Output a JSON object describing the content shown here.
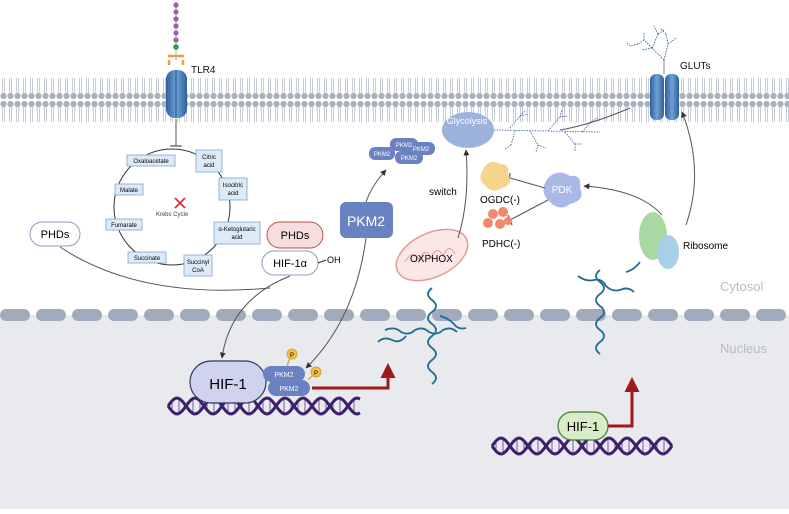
{
  "receptors": {
    "tlr4": "TLR4",
    "gluts": "GLUTs"
  },
  "krebs": {
    "title": "Krebs Cycle",
    "citric": [
      "Citric",
      "acid"
    ],
    "isocitric": [
      "Isocitric",
      "acid"
    ],
    "akg": [
      "α-Ketoglutaric",
      "acid"
    ],
    "succinyl": [
      "Succinyl",
      "CoA"
    ],
    "succinate": "Succinate",
    "fumarate": "Fumarate",
    "malate": "Malate",
    "oxaloacetate": "Oxaloacetate"
  },
  "labels": {
    "phds_left": "PHDs",
    "phds_right": "PHDs",
    "hif1a": "HIF-1α",
    "oh": "OH",
    "pkm2_big": "PKM2",
    "pkm2_small": "PKM2",
    "glycolysis": "Glycolysis",
    "switch": "switch",
    "oxphox": "OXPHOX",
    "pdk": "PDK",
    "ogdc": "OGDC(-)",
    "pdhc": "PDHC(-)",
    "ribosome": "Ribosome",
    "cytosol": "Cytosol",
    "nucleus": "Nucleus",
    "hif1_left": "HIF-1",
    "hif1_right": "HIF-1",
    "phospho": "P"
  },
  "colors": {
    "membrane": "#9fa9b8",
    "nucleus_bg": "#e9eaee",
    "pkm2": "#6b82c2",
    "dna": "#3e1f6c",
    "arrow_red": "#a0191a"
  }
}
